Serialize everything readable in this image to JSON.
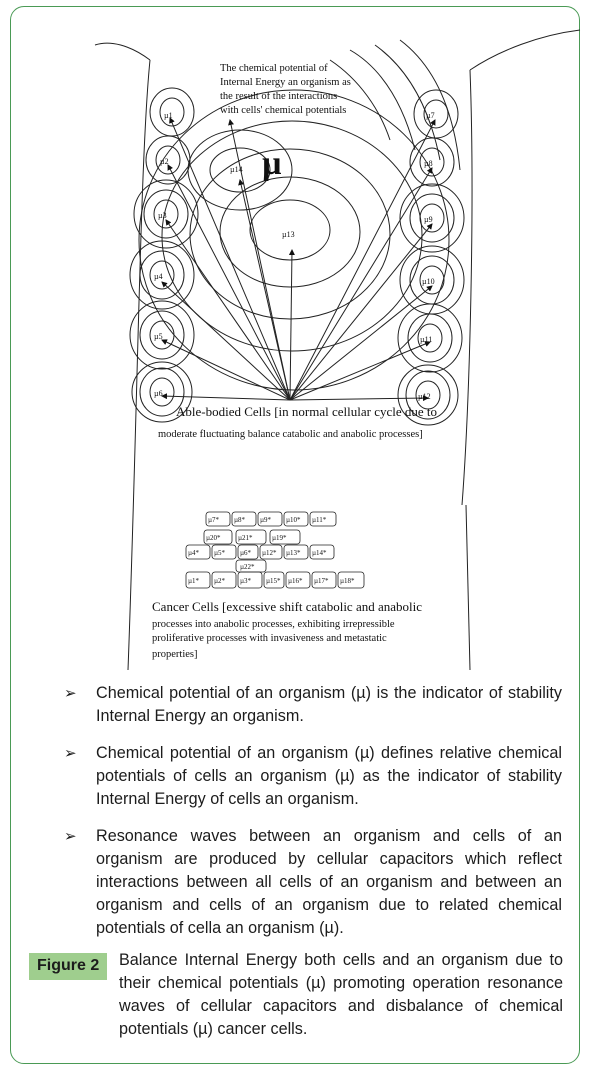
{
  "diagram": {
    "top_label": [
      "The chemical potential of",
      "Internal Energy an organism as",
      "the result of the interactions",
      "with cells' chemical potentials"
    ],
    "mu_symbol": "µ",
    "able_bodied_line1": "Able-bodied Cells [in normal cellular cycle due to",
    "able_bodied_line2": "moderate fluctuating balance catabolic and anabolic processes]",
    "cancer_lines": [
      "Cancer Cells [excessive shift catabolic and anabolic",
      "processes into anabolic processes, exhibiting irrepressible",
      "proliferative processes with invasiveness and metastatic",
      "properties]"
    ],
    "left_cells": [
      "µ1",
      "µ2",
      "µ3",
      "µ4",
      "µ5",
      "µ6"
    ],
    "right_cells": [
      "µ7",
      "µ8",
      "µ9",
      "µ10",
      "µ11",
      "µ12"
    ],
    "center_cells": [
      "µ14",
      "µ13"
    ],
    "cancer_cells": [
      "µ1*",
      "µ2*",
      "µ3*",
      "µ4*",
      "µ5*",
      "µ6*",
      "µ7*",
      "µ8*",
      "µ9*",
      "µ10*",
      "µ11*",
      "µ12*",
      "µ13*",
      "µ14*",
      "µ15*",
      "µ16*",
      "µ17*",
      "µ18*",
      "µ20*",
      "µ21*",
      "µ22*",
      "µ19*"
    ]
  },
  "bullets": [
    "Chemical potential of an organism (µ) is the indicator of stability Internal Energy an organism.",
    "Chemical potential of an organism (µ) defines relative chemical potentials of cells an organism (µ) as the indicator of stability Internal Energy of cells an organism.",
    "Resonance waves between an organism and cells of an organism are produced by cellular capacitors which reflect interactions between all cells of an organism and between an organism and cells of an organism due to related chemical potentials of cella an organism (µ)."
  ],
  "bullet_marker": "➢",
  "figure_label": "Figure 2",
  "figure_caption": "Balance Internal Energy both cells and an organism due to their chemical potentials (µ) promoting operation resonance waves of cellular capacitors and disbalance of chemical potentials (µ) cancer cells.",
  "colors": {
    "frame": "#4a9a55",
    "label_bg": "#9fce8e"
  }
}
